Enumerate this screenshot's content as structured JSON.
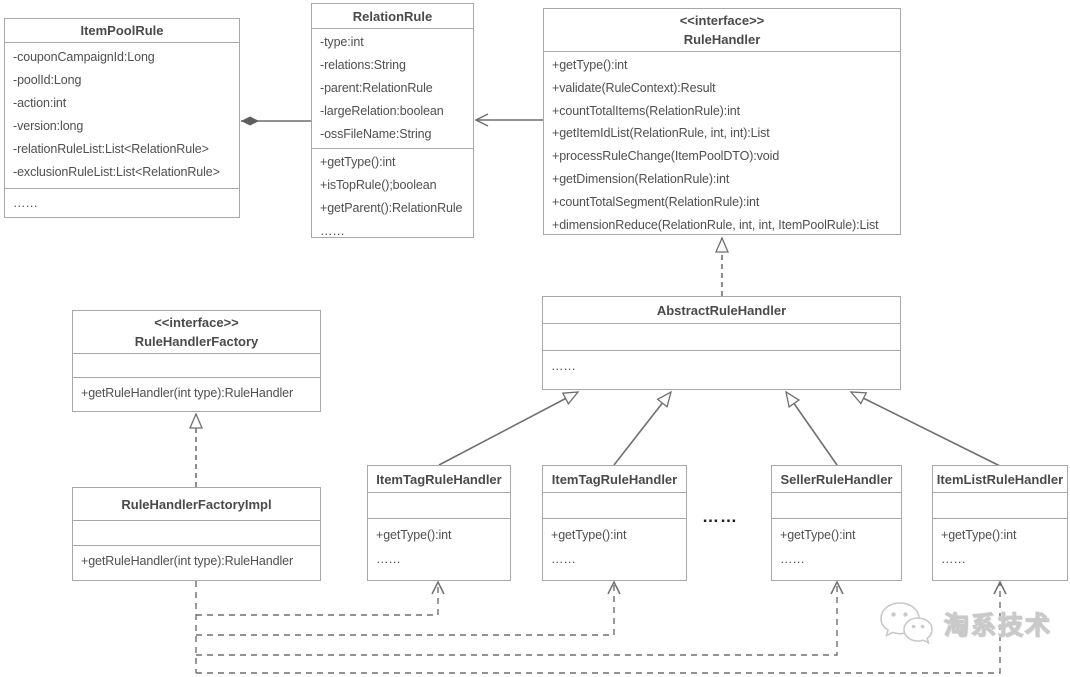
{
  "colors": {
    "box_border": "#a8a8a8",
    "connector": "#6f6f6f",
    "title_text": "#4a4a4a",
    "member_text": "#4f4f4f",
    "ellipsis_text": "#1c1c1c",
    "background": "#ffffff"
  },
  "diagram": {
    "classes": {
      "item_pool_rule": {
        "name": "ItemPoolRule",
        "attributes": [
          "-couponCampaignId:Long",
          "-poolId:Long",
          "-action:int",
          "-version:long",
          "-relationRuleList:List<RelationRule>",
          "-exclusionRuleList:List<RelationRule>"
        ],
        "methods": [
          "……"
        ]
      },
      "relation_rule": {
        "name": "RelationRule",
        "attributes": [
          "-type:int",
          "-relations:String",
          "-parent:RelationRule",
          "-largeRelation:boolean",
          "-ossFileName:String"
        ],
        "methods": [
          "+getType():int",
          "+isTopRule();boolean",
          "+getParent():RelationRule",
          "……"
        ]
      },
      "rule_handler": {
        "stereotype": "<<interface>>",
        "name": "RuleHandler",
        "methods": [
          "+getType():int",
          "+validate(RuleContext):Result",
          "+countTotalItems(RelationRule):int",
          "+getItemIdList(RelationRule, int, int):List",
          "+processRuleChange(ItemPoolDTO):void",
          "+getDimension(RelationRule):int",
          "+countTotalSegment(RelationRule):int",
          "+dimensionReduce(RelationRule, int, int, ItemPoolRule):List"
        ]
      },
      "rule_handler_factory": {
        "stereotype": "<<interface>>",
        "name": "RuleHandlerFactory",
        "methods": [
          "+getRuleHandler(int type):RuleHandler"
        ]
      },
      "abstract_rule_handler": {
        "name": "AbstractRuleHandler",
        "methods": [
          "……"
        ]
      },
      "rule_handler_factory_impl": {
        "name": "RuleHandlerFactoryImpl",
        "methods": [
          "+getRuleHandler(int type):RuleHandler"
        ]
      },
      "item_tag_rule_handler_1": {
        "name": "ItemTagRuleHandler",
        "methods": [
          "+getType():int",
          "……"
        ]
      },
      "item_tag_rule_handler_2": {
        "name": "ItemTagRuleHandler",
        "methods": [
          "+getType():int",
          "……"
        ]
      },
      "seller_rule_handler": {
        "name": "SellerRuleHandler",
        "methods": [
          "+getType():int",
          "……"
        ]
      },
      "item_list_rule_handler": {
        "name": "ItemListRuleHandler",
        "methods": [
          "+getType():int",
          "……"
        ]
      }
    },
    "handlers_ellipsis": "……",
    "watermark": {
      "text": "淘系技术"
    }
  }
}
